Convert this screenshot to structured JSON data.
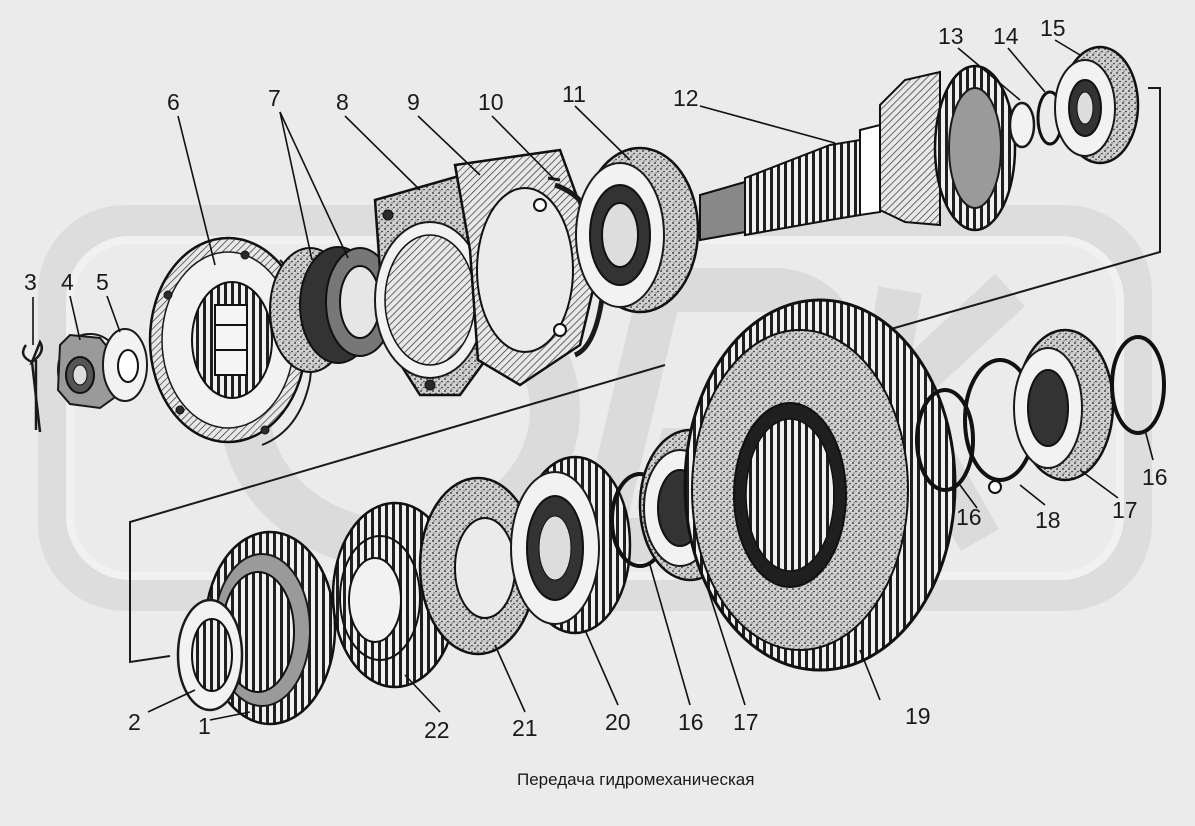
{
  "caption": "Передача гидромеханическая",
  "watermark": "ORK",
  "callouts": [
    {
      "key": "c1",
      "text": "1"
    },
    {
      "key": "c2",
      "text": "2"
    },
    {
      "key": "c3",
      "text": "3"
    },
    {
      "key": "c4",
      "text": "4"
    },
    {
      "key": "c5",
      "text": "5"
    },
    {
      "key": "c6",
      "text": "6"
    },
    {
      "key": "c7",
      "text": "7"
    },
    {
      "key": "c8",
      "text": "8"
    },
    {
      "key": "c9",
      "text": "9"
    },
    {
      "key": "c10",
      "text": "10"
    },
    {
      "key": "c11",
      "text": "11"
    },
    {
      "key": "c12",
      "text": "12"
    },
    {
      "key": "c13",
      "text": "13"
    },
    {
      "key": "c14",
      "text": "14"
    },
    {
      "key": "c15",
      "text": "15"
    },
    {
      "key": "c16a",
      "text": "16"
    },
    {
      "key": "c16b",
      "text": "16"
    },
    {
      "key": "c16c",
      "text": "16"
    },
    {
      "key": "c17a",
      "text": "17"
    },
    {
      "key": "c17b",
      "text": "17"
    },
    {
      "key": "c18",
      "text": "18"
    },
    {
      "key": "c19",
      "text": "19"
    },
    {
      "key": "c20",
      "text": "20"
    },
    {
      "key": "c21",
      "text": "21"
    },
    {
      "key": "c22",
      "text": "22"
    }
  ]
}
